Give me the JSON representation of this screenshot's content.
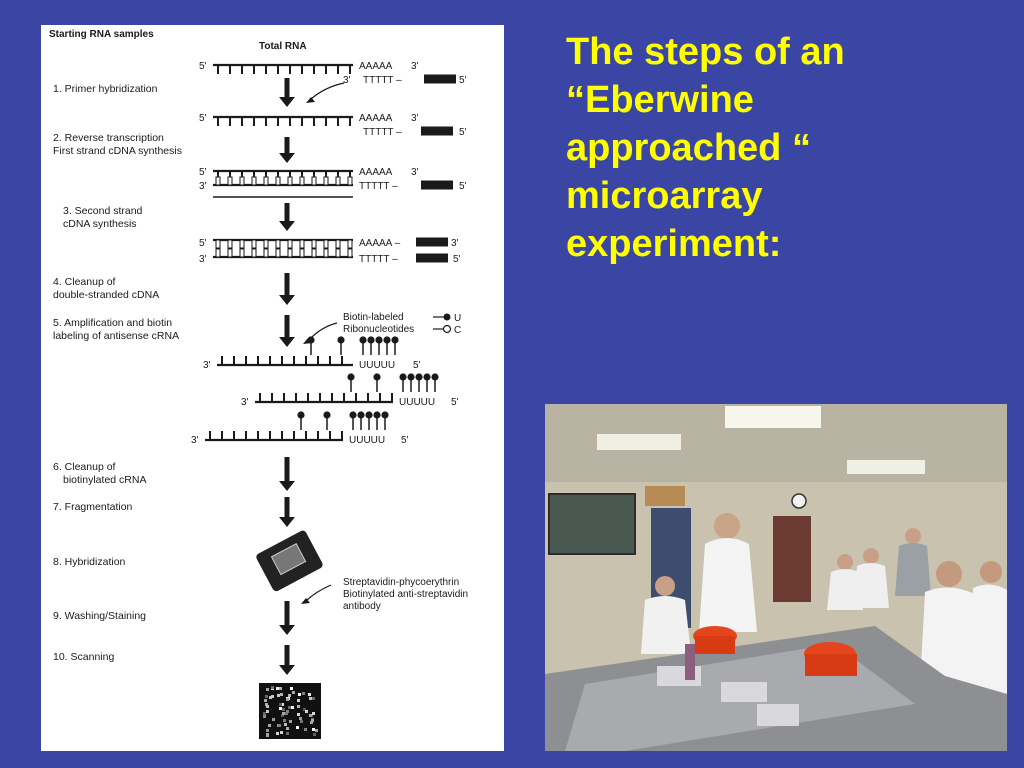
{
  "colors": {
    "background": "#3a45a4",
    "title": "#ffff00",
    "panel": "#ffffff",
    "ink": "#1a1a1a"
  },
  "slide": {
    "title_lines": [
      "The  steps of an",
      "“Eberwine",
      "approached “",
      "microarray",
      "experiment:"
    ]
  },
  "diagram": {
    "header": "Starting RNA samples",
    "top_label": "Total RNA",
    "steps": [
      [
        "1. Primer hybridization"
      ],
      [
        "2. Reverse transcription",
        "First strand cDNA synthesis"
      ],
      [
        "3. Second strand",
        "cDNA synthesis"
      ],
      [
        "4. Cleanup of",
        "double-stranded cDNA"
      ],
      [
        "5. Amplification and biotin",
        "labeling of antisense cRNA"
      ],
      [
        "6. Cleanup of",
        "biotinylated cRNA"
      ],
      [
        "7. Fragmentation"
      ],
      [
        "8. Hybridization"
      ],
      [
        "9. Washing/Staining"
      ],
      [
        "10. Scanning"
      ]
    ],
    "biotin_note": [
      "Biotin-labeled",
      "Ribonucleotides"
    ],
    "legend": {
      "u": "U",
      "c": "C"
    },
    "stain_note": [
      "Streptavidin-phycoerythrin",
      "Biotinylated anti-streptavidin",
      "antibody"
    ],
    "strand": {
      "five": "5'",
      "three": "3'",
      "polya": "AAAAA",
      "polyt": "TTTTT",
      "polya_dash": "AAAAA –",
      "polyt_dash": "TTTTT –",
      "uuuuu": "UUUUU"
    }
  },
  "photo": {
    "icon": "lab-photo"
  }
}
